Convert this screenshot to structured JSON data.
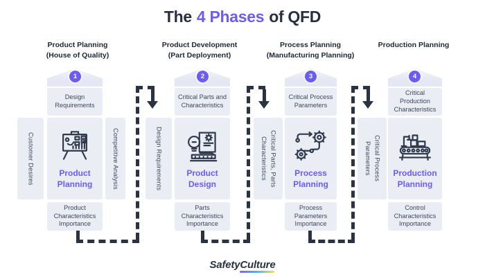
{
  "title": {
    "pre": "The",
    "highlight": "4 Phases",
    "post": "of QFD"
  },
  "phases": [
    {
      "number": "1",
      "header": "Product Planning",
      "subheader": "(House of Quality)",
      "top_box": "Design Requirements",
      "left_box": "Customer Desires",
      "right_box": "Competitive Analysis",
      "center_label": "Product Planning",
      "icon": "presentation-chart-icon",
      "bottom_box": "Product Characteristics Importance"
    },
    {
      "number": "2",
      "header": "Product Development",
      "subheader": "(Part Deployment)",
      "top_box": "Critical Parts and Characteristics",
      "left_box": "Design Requirements",
      "center_label": "Product Design",
      "icon": "lightbulb-blueprint-icon",
      "bottom_box": "Parts Characteristics Importance"
    },
    {
      "number": "3",
      "header": "Process Planning",
      "subheader": "(Manufacturing Planning)",
      "top_box": "Critical Process Parameters",
      "left_box": "Critical Parts, Parts Characteristics",
      "center_label": "Process Planning",
      "icon": "gears-process-icon",
      "bottom_box": "Process Parameters Importance"
    },
    {
      "number": "4",
      "header": "Production Planning",
      "subheader": "",
      "top_box": "Critical Production Characteristics",
      "left_box": "Critical Process Parameters",
      "center_label": "Production Planning",
      "icon": "conveyor-production-icon",
      "bottom_box": "Control Characteristics Importance"
    }
  ],
  "footer": {
    "brand_first": "Safety",
    "brand_second": "Culture"
  },
  "colors": {
    "accent_purple": "#6C5CF0",
    "navy": "#2B3342",
    "box_fill": "#EBEDF4",
    "box_text": "#3D4659",
    "underline_gradient": [
      "#8B5CF6",
      "#38BDF8",
      "#FDE047"
    ]
  }
}
